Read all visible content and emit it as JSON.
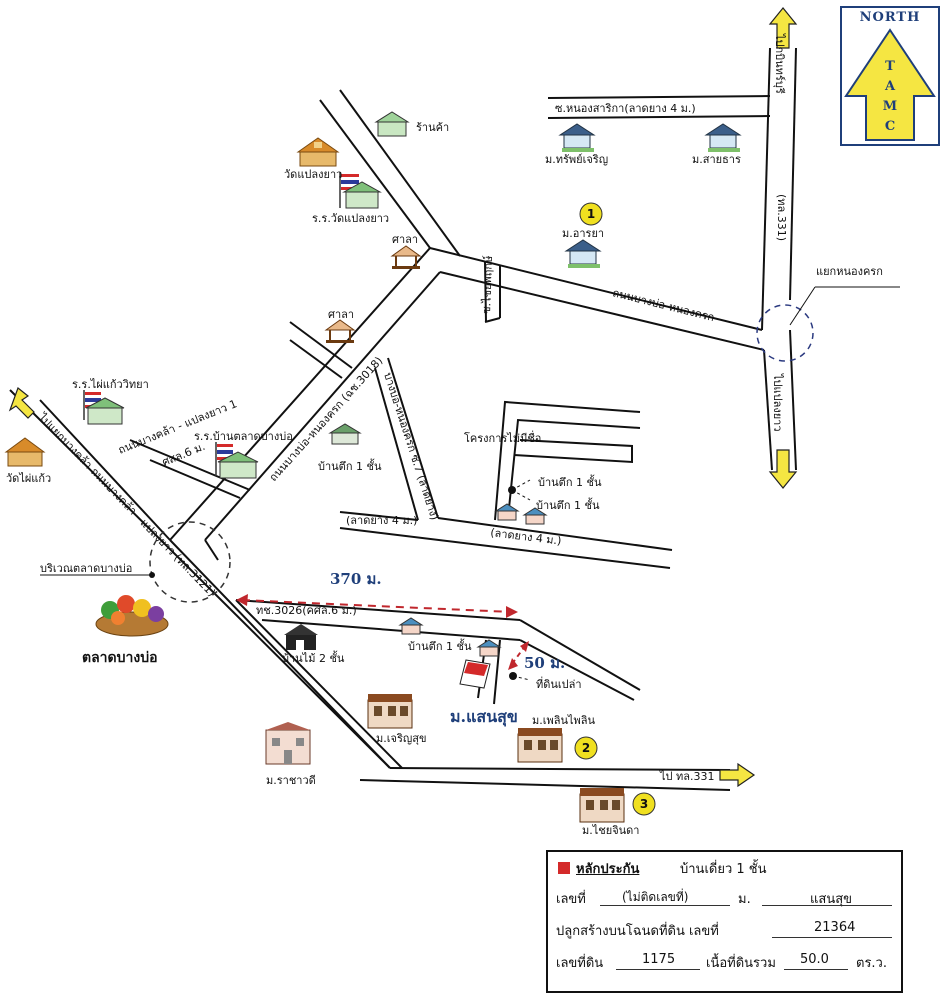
{
  "compass": {
    "title": "NORTH",
    "letters": [
      "T",
      "A",
      "M",
      "C"
    ]
  },
  "roads": {
    "soi_nong_saraka": "ซ.หนองสาริกา(ลาดยาง 4 ม.)",
    "to_kabinburi": "ไปกบินทร์บุรี",
    "hwy_331": "(ทล.331)",
    "to_plaeng_yao": "ไปแปลงยาว",
    "bangbo_nongkhrok": "ถนนบางบ่อ-หนองครก",
    "bangbo_nongkhrok_3018": "ถนนบางบ่อ-หนองครก (ฉช.3018)",
    "soi_chaiyaprit": "ซ.ไชยพฤกษ์",
    "bangbo_nongkhrok_side": "บางบ่อ-หนองครก ซ.7 (ลาดยาง)",
    "road_to_bangkhla": "ไปแยกบางคล้า ถนนบางคล้า - แปลงยาว (ทล.3121)",
    "bangkhla_plaeng_yao_1": "ถนนบางคล้า - แปลงยาว 1",
    "laterite_6m": "ศสล.6 ม.",
    "paved_4m_a": "(ลาดยาง 4 ม.)",
    "paved_4m_b": "(ลาดยาง 4 ม.)",
    "road_3026": "ทช.3026(คศล.6 ม.)",
    "to_hwy_331": "ไป ทล.331"
  },
  "places": {
    "shop": "ร้านค้า",
    "wat_plaeng_yao": "วัดแปลงยาว",
    "school_wat_plaeng_yao": "ร.ร.วัดแปลงยาว",
    "sala_1": "ศาลา",
    "sala_2": "ศาลา",
    "moo_sap_charoen": "ม.ทรัพย์เจริญ",
    "moo_sai_than": "ม.สายธาร",
    "moo_araya": "ม.อารยา",
    "nong_khrok_junction": "แยกหนองครก",
    "school_phai_kaeo": "ร.ร.ไผ่แก้ววิทยา",
    "wat_phai_kaeo": "วัดไผ่แก้ว",
    "school_ban_talat": "ร.ร.บ้านตลาดบางบ่อ",
    "house_1floor_a": "บ้านตึก 1 ชั้น",
    "project_name": "โครงการไม่มีชื่อ",
    "house_1floor_b": "บ้านตึก 1 ชั้น",
    "house_1floor_c": "บ้านตึก 1 ชั้น",
    "bangbo_market_area": "บริเวณตลาดบางบ่อ",
    "bangbo_market": "ตลาดบางบ่อ",
    "wood_house_2floor": "บ้านไม้ 2 ชั้น",
    "house_1floor_d": "บ้านตึก 1 ชั้น",
    "vacant_land": "ที่ดินเปล่า",
    "moo_saen_suk": "ม.แสนสุข",
    "moo_charoen_suk": "ม.เจริญสุข",
    "moo_phloen_phailin": "ม.เพลินไพลิน",
    "moo_rachawadi": "ม.ราชาวดี",
    "moo_chai_jinda": "ม.ไชยจินดา"
  },
  "distances": {
    "d370": "370 ม.",
    "d50": "50 ม."
  },
  "markers": {
    "m1": "1",
    "m2": "2",
    "m3": "3"
  },
  "info": {
    "title": "หลักประกัน",
    "type": "บ้านเดี่ยว 1  ชั้น",
    "no_label": "เลขที่",
    "no_value": "(ไม่ติดเลขที่)",
    "moo_label": "ม.",
    "moo_value": "แสนสุข",
    "deed_label": "ปลูกสร้างบนโฉนดที่ดิน เลขที่",
    "deed_value": "21364",
    "land_no_label": "เลขที่ดิน",
    "land_no_value": "1175",
    "area_label": "เนื้อที่ดินรวม",
    "area_value": "50.0",
    "area_unit": "ตร.ว."
  },
  "colors": {
    "road": "#111111",
    "arrow_fill": "#f5e642",
    "distance_arrow": "#c0272d",
    "marker_fill": "#f0e020",
    "accent_blue": "#1f3f7a",
    "subject_red": "#d42a2a"
  }
}
